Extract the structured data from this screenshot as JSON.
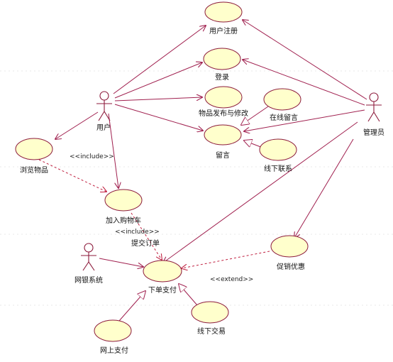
{
  "actors": {
    "user": "用户",
    "admin": "管理员",
    "bank": "网银系统"
  },
  "usecases": {
    "register": "用户注册",
    "login": "登录",
    "publish": "物品发布与修改",
    "message": "留言",
    "online_msg": "在线留言",
    "offline_contact": "线下联系",
    "browse": "浏览物品",
    "cart": "加入购物车",
    "order": "下单支付",
    "promo": "促销优惠",
    "online_pay": "网上支付",
    "offline_trade": "线下交易"
  },
  "stereotypes": {
    "include_browse_cart": "<<include>>",
    "include_cart_order": "<<include>>",
    "extend_promo_order": "<<extend>>"
  },
  "annotations": {
    "submit_order": "提交订单"
  },
  "colors": {
    "usecase_fill": "#ffffcc",
    "line": "#a0204f"
  }
}
